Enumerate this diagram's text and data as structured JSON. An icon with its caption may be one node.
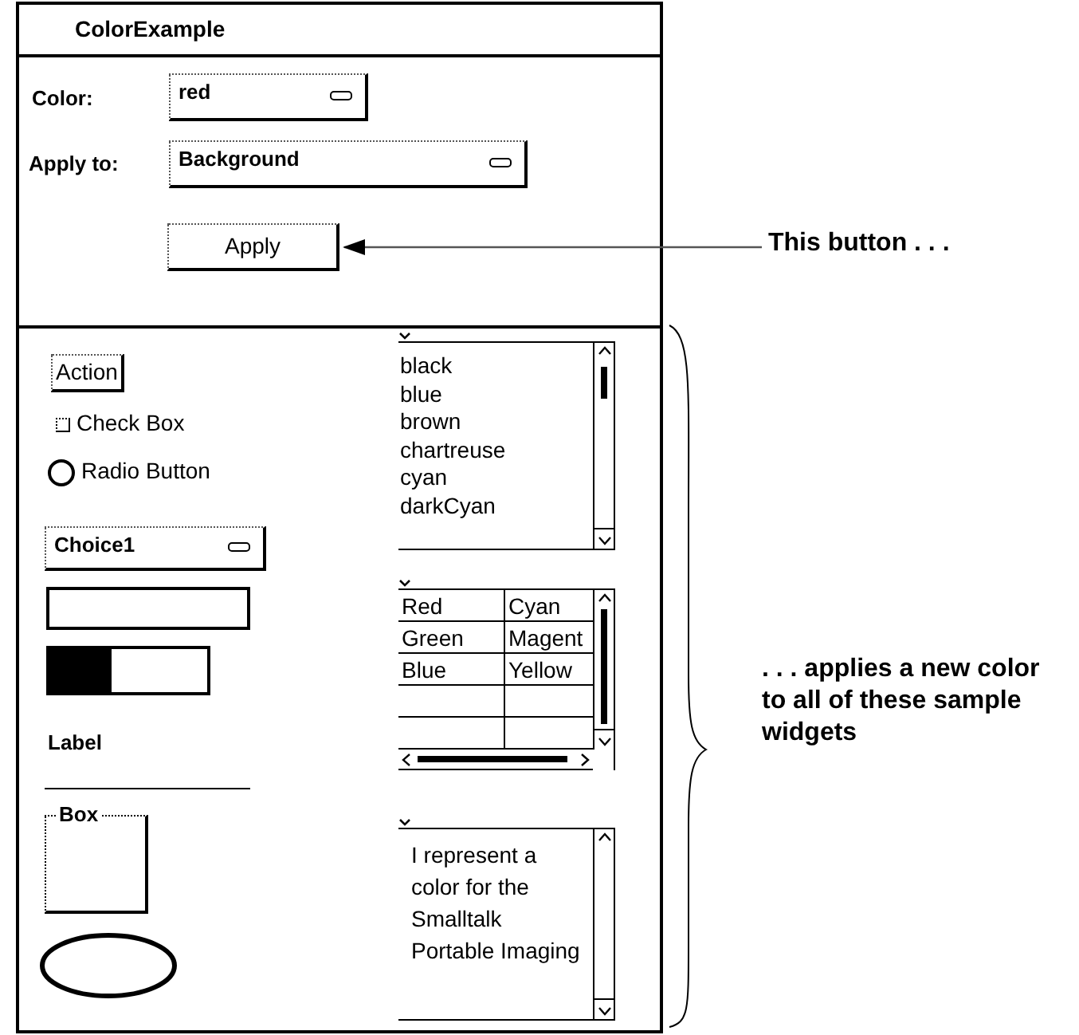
{
  "diagram": {
    "nodes": [
      {
        "text": [
          "ColorExample"
        ]
      },
      {
        "text": [
          "red"
        ],
        "in": 0
      },
      {
        "text": [
          "Background"
        ],
        "in": 0
      },
      {
        "text": [
          "Apply"
        ],
        "in": 0
      },
      {
        "text": [
          "This button . . ."
        ]
      },
      {
        "text": [
          "Action"
        ],
        "in": 0
      },
      {
        "text": [
          "Choice1"
        ],
        "in": 0
      },
      {
        "text": [],
        "shape": "ellipse",
        "in": 0
      }
    ],
    "edges": [
      {
        "from": 4,
        "to": 3,
        "arrow": "to"
      }
    ],
    "labels": [
      "Color:",
      "Apply to:",
      "Check Box",
      "Radio Button",
      "black",
      "blue",
      "brown",
      "chartreuse",
      "cyan",
      "darkCyan",
      "Red",
      "Cyan",
      "Green",
      "Magent",
      "Blue",
      "Yellow",
      "Label",
      "Box",
      "I represent a color for the Smalltalk Portable Imaging",
      ". . . applies a new color to all of these sample widgets"
    ]
  }
}
